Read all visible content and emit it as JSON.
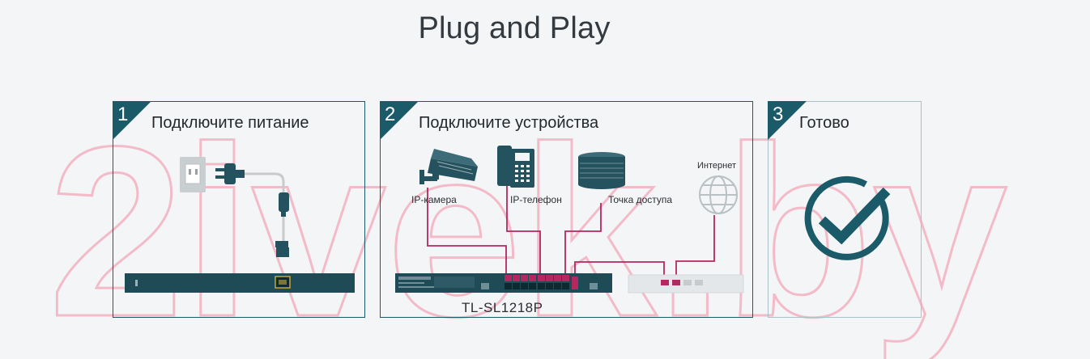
{
  "page": {
    "title": "Plug and Play",
    "watermark": "2ivek.by"
  },
  "steps": [
    {
      "number": "1",
      "title": "Подключите питание"
    },
    {
      "number": "2",
      "title": "Подключите устройства",
      "devices": {
        "camera": "IP-камера",
        "phone": "IP-телефон",
        "ap": "Точка доступа",
        "internet": "Интернет"
      },
      "model": "TL-SL1218P"
    },
    {
      "number": "3",
      "title": "Готово"
    }
  ],
  "colors": {
    "accent": "#1b5a68",
    "cable": "#b5275f",
    "device": "#24525e"
  },
  "icons": [
    "outlet-icon",
    "plug-icon",
    "power-adapter-icon",
    "switch-icon",
    "camera-icon",
    "phone-icon",
    "access-point-icon",
    "globe-icon",
    "router-icon",
    "checkmark-icon"
  ]
}
